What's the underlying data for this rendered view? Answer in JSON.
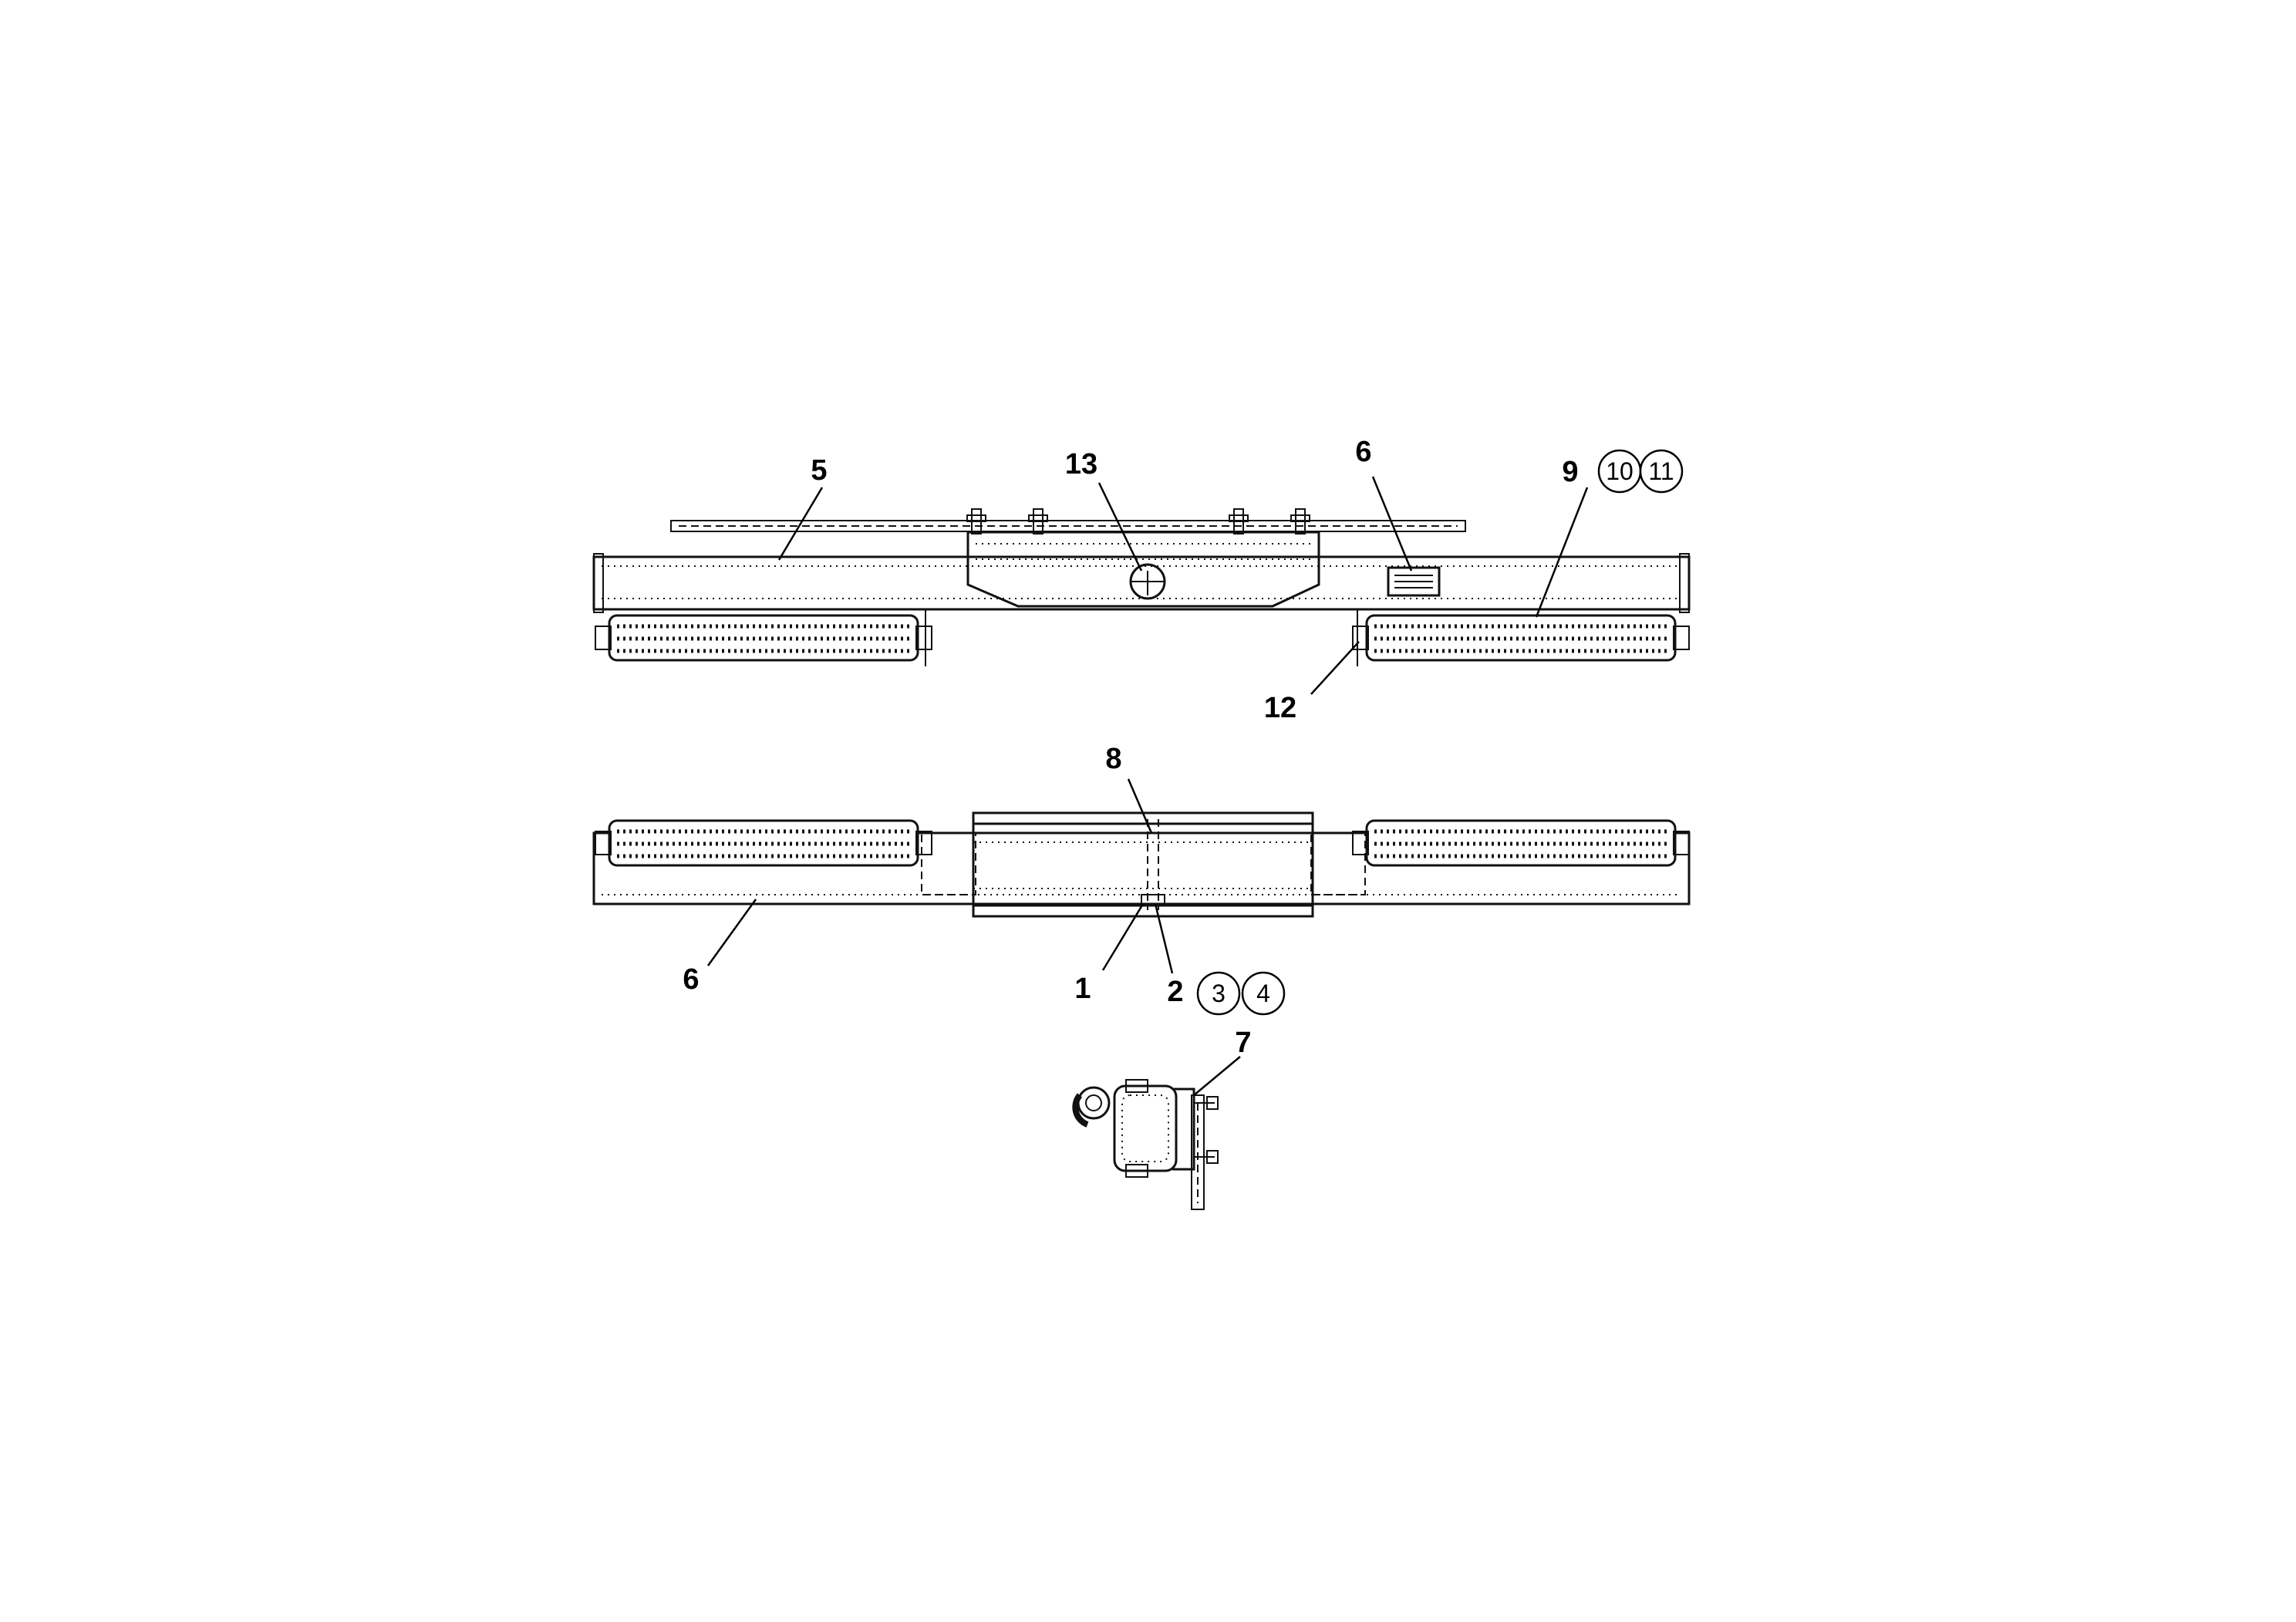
{
  "callouts": {
    "c1": "1",
    "c2": "2",
    "c3": "3",
    "c4": "4",
    "c5": "5",
    "c6_top": "6",
    "c6_bottom": "6",
    "c7": "7",
    "c8": "8",
    "c9": "9",
    "c10": "10",
    "c11": "11",
    "c12": "12",
    "c13": "13"
  }
}
